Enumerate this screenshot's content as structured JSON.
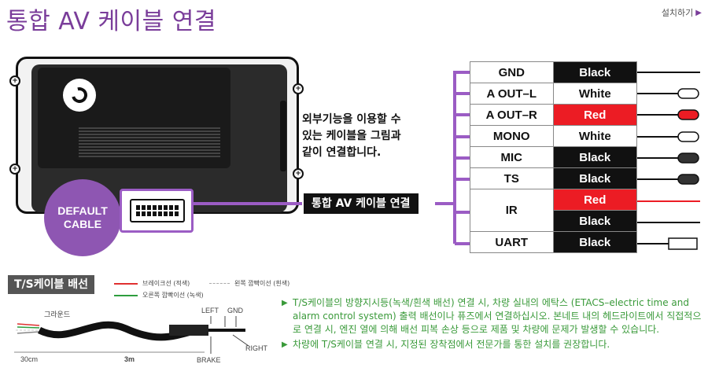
{
  "header": {
    "title": "통합 AV 케이블 연결",
    "install_link": "설치하기"
  },
  "device": {
    "default_cable": [
      "DEFAULT",
      "CABLE"
    ],
    "caption": [
      "외부기능을 이용할 수",
      "있는 케이블을 그림과",
      "같이 연결합니다."
    ],
    "cable_label": "통합 AV 케이블 연결"
  },
  "pins": [
    {
      "pin": "GND",
      "colors": [
        {
          "name": "Black",
          "hex": "#111111"
        }
      ]
    },
    {
      "pin": "A OUT–L",
      "colors": [
        {
          "name": "White",
          "hex": "#ffffff"
        }
      ]
    },
    {
      "pin": "A OUT–R",
      "colors": [
        {
          "name": "Red",
          "hex": "#ec1c24"
        }
      ]
    },
    {
      "pin": "MONO",
      "colors": [
        {
          "name": "White",
          "hex": "#ffffff"
        }
      ]
    },
    {
      "pin": "MIC",
      "colors": [
        {
          "name": "Black",
          "hex": "#111111"
        }
      ]
    },
    {
      "pin": "TS",
      "colors": [
        {
          "name": "Black",
          "hex": "#111111"
        }
      ]
    },
    {
      "pin": "IR",
      "colors": [
        {
          "name": "Red",
          "hex": "#ec1c24"
        },
        {
          "name": "Black",
          "hex": "#111111"
        }
      ]
    },
    {
      "pin": "UART",
      "colors": [
        {
          "name": "Black",
          "hex": "#111111"
        }
      ]
    }
  ],
  "ts": {
    "title": "T/S케이블 배선",
    "legend": [
      {
        "label": "브레이크선 (적색)",
        "color": "#e03030"
      },
      {
        "label": "오른쪽 깜빡이선 (녹색)",
        "color": "#2e9e3e"
      }
    ],
    "legend_left": "왼쪽 깜빡이선 (흰색)",
    "labels": {
      "ground": "그라운드",
      "left": "LEFT",
      "gnd": "GND",
      "right": "RIGHT",
      "brake": "BRAKE",
      "len1": "30cm",
      "len2": "3m"
    }
  },
  "notes": [
    "T/S케이블의 방향지시등(녹색/흰색 배선) 연결 시, 차량 실내의 에탁스 (ETACS–electric time and alarm control system) 출력 배선이나 퓨즈에서 연결하십시오. 본네트 내의 헤드라이트에서 직접적으로 연결 시, 엔진 열에 의해 배선 피복 손상 등으로 제품 및 차량에 문제가 발생할 수 있습니다.",
    "차량에 T/S케이블 연결 시, 지정된 장착점에서 전문가를 통한 설치를 권장합니다."
  ],
  "colors": {
    "accent": "#7a3d9a",
    "note": "#3a9a3a"
  }
}
